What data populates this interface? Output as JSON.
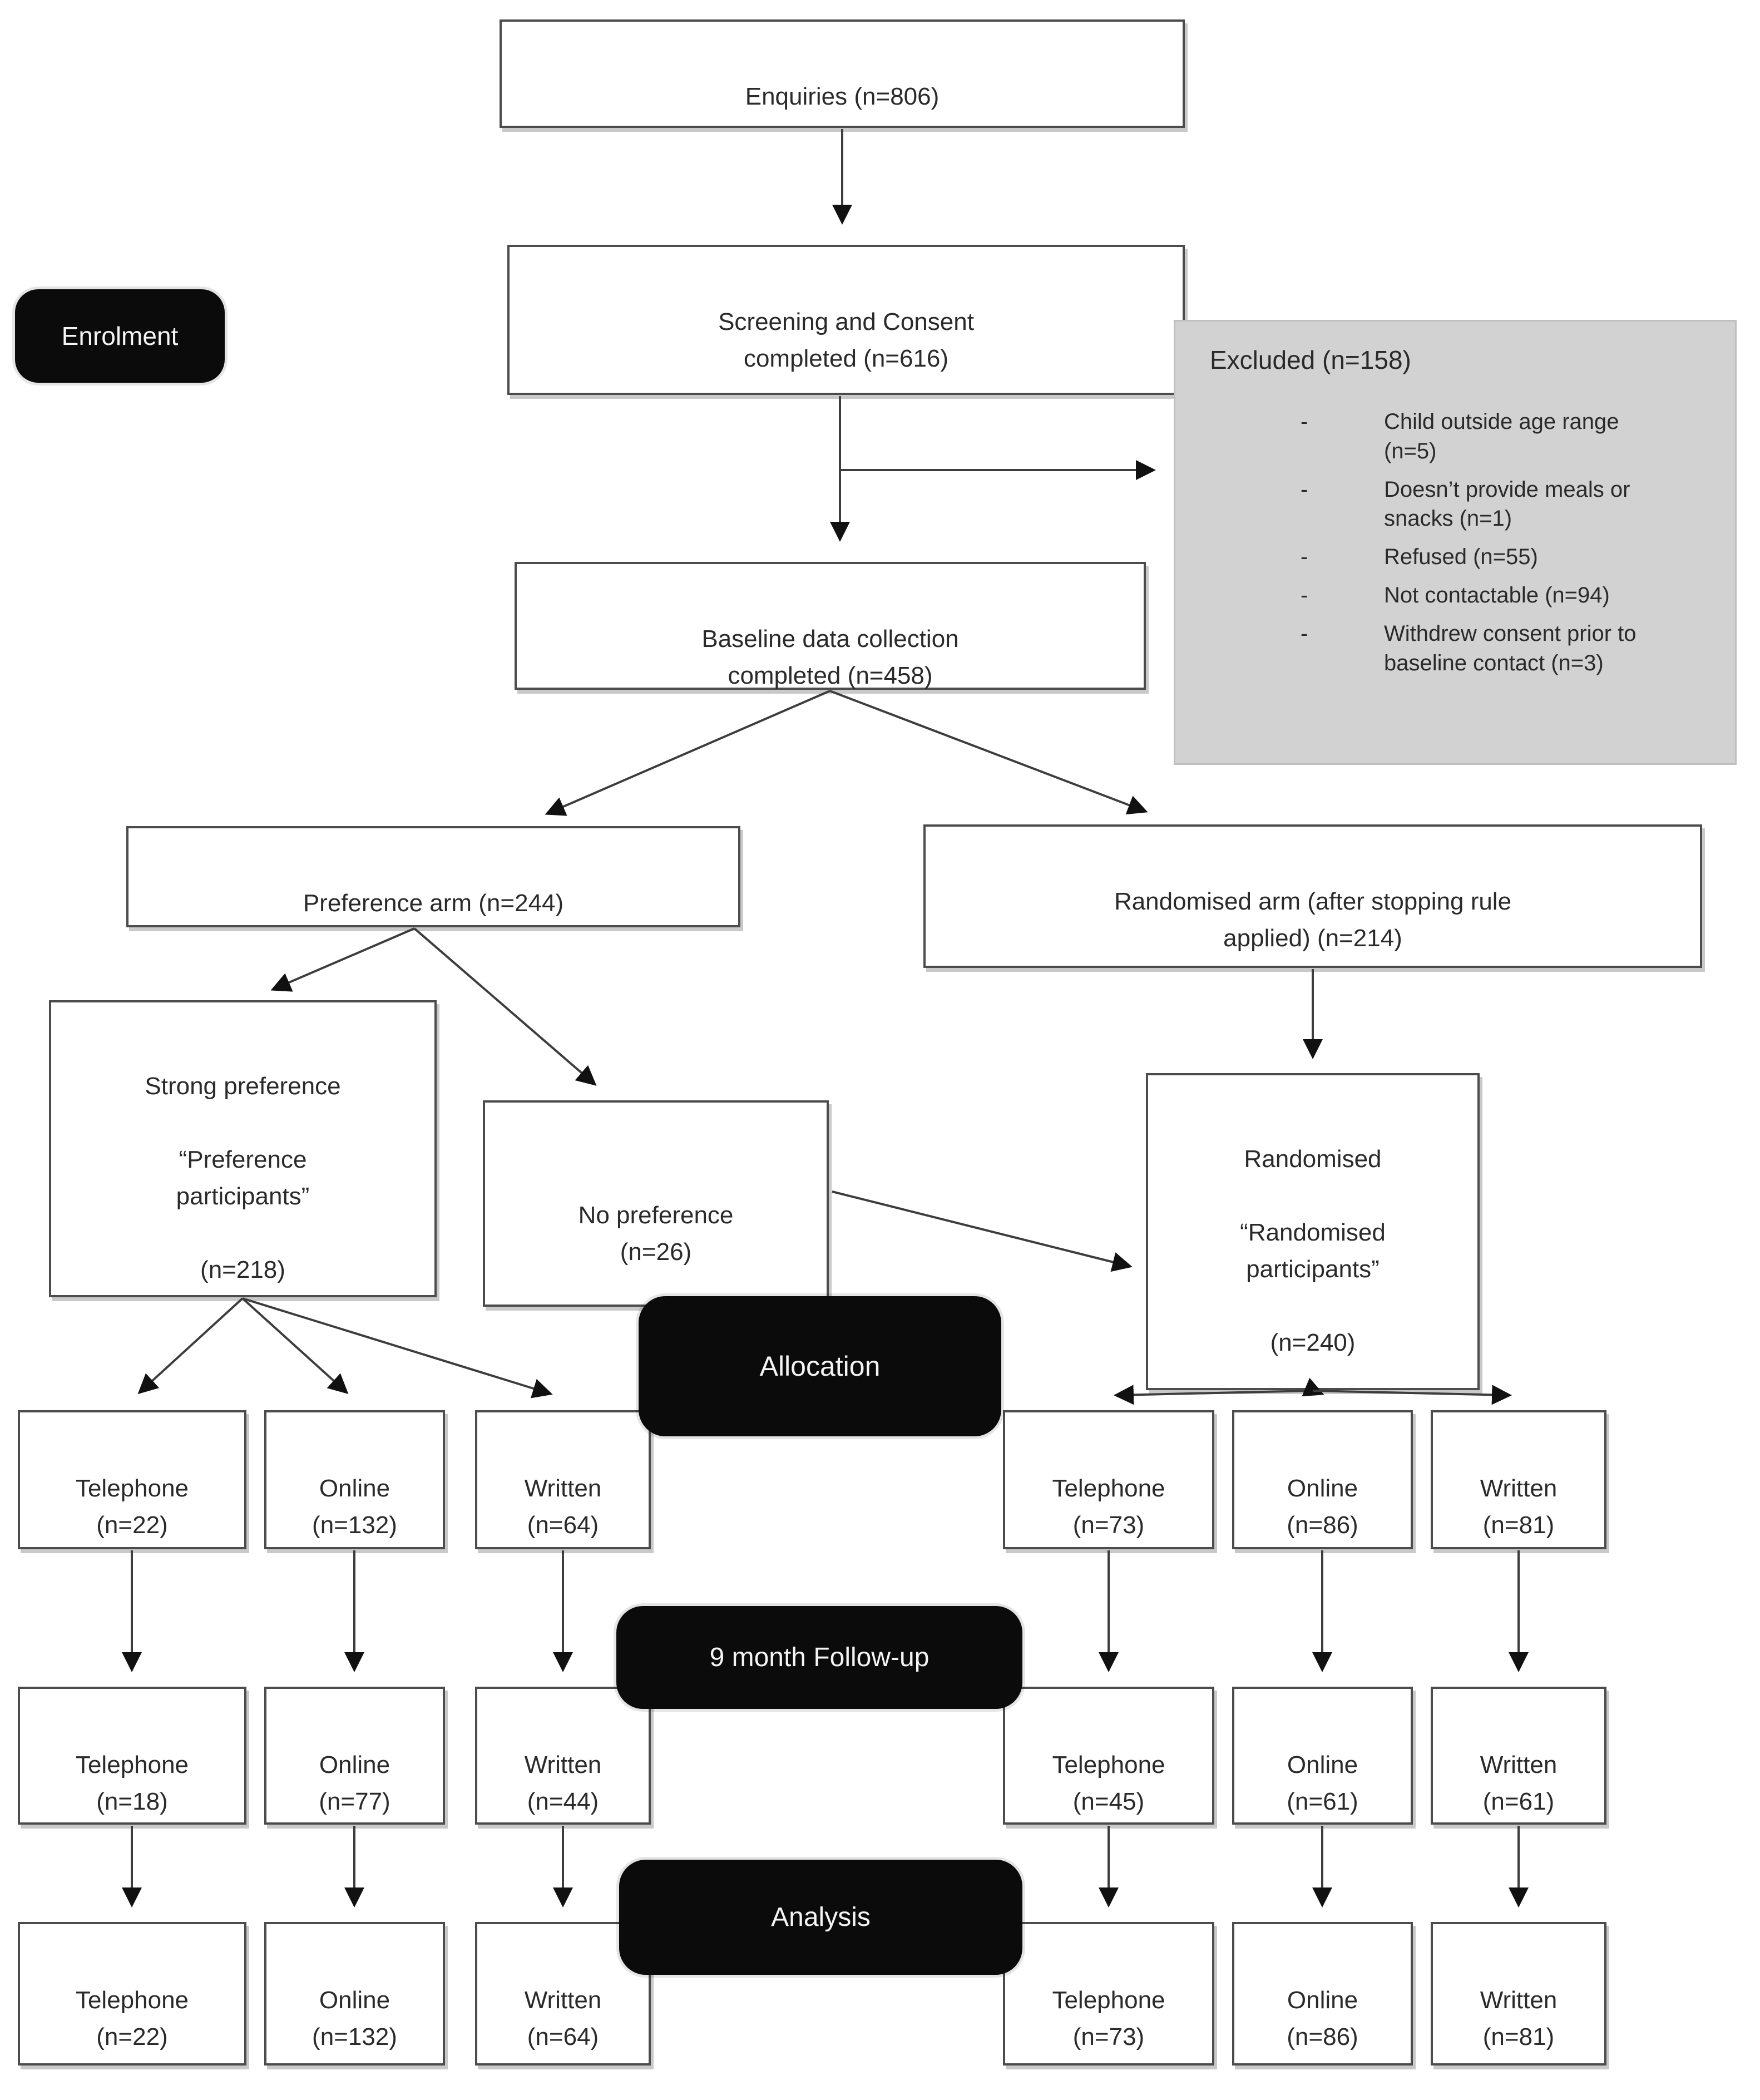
{
  "diagram": {
    "stages": {
      "enrolment": "Enrolment",
      "allocation": "Allocation",
      "followup": "9 month Follow-up",
      "analysis": "Analysis"
    },
    "nodes": {
      "enquiries": "Enquiries (n=806)",
      "screening": "Screening and Consent\ncompleted (n=616)",
      "baseline": "Baseline data collection\ncompleted (n=458)",
      "preference_arm": "Preference arm (n=244)",
      "randomised_arm": "Randomised arm (after stopping rule\napplied) (n=214)",
      "strong_preference": "Strong preference\n\n“Preference\nparticipants”\n\n(n=218)",
      "no_preference": "No preference\n(n=26)",
      "randomised_participants": "Randomised\n\n“Randomised\nparticipants”\n\n(n=240)"
    },
    "excluded": {
      "title": "Excluded (n=158)",
      "dash": "-",
      "items": [
        "Child outside age range\n(n=5)",
        "Doesn’t provide meals or\nsnacks (n=1)",
        "Refused (n=55)",
        "Not contactable (n=94)",
        "Withdrew consent prior to\nbaseline contact (n=3)"
      ]
    },
    "allocation_row": {
      "pref": [
        "Telephone\n(n=22)",
        "Online\n(n=132)",
        "Written\n(n=64)"
      ],
      "rand": [
        "Telephone\n(n=73)",
        "Online\n(n=86)",
        "Written\n(n=81)"
      ]
    },
    "followup_row": {
      "pref": [
        "Telephone\n(n=18)",
        "Online\n(n=77)",
        "Written\n(n=44)"
      ],
      "rand": [
        "Telephone\n(n=45)",
        "Online\n(n=61)",
        "Written\n(n=61)"
      ]
    },
    "analysis_row": {
      "pref": [
        "Telephone\n(n=22)",
        "Online\n(n=132)",
        "Written\n(n=64)"
      ],
      "rand": [
        "Telephone\n(n=73)",
        "Online\n(n=86)",
        "Written\n(n=81)"
      ]
    },
    "colors": {
      "stage_pill_bg": "#0b0b0b",
      "stage_pill_text": "#f4f4f4",
      "excluded_bg": "#d2d2d2",
      "box_border": "#4c4c4c",
      "arrow": "#3d3d3d"
    }
  }
}
